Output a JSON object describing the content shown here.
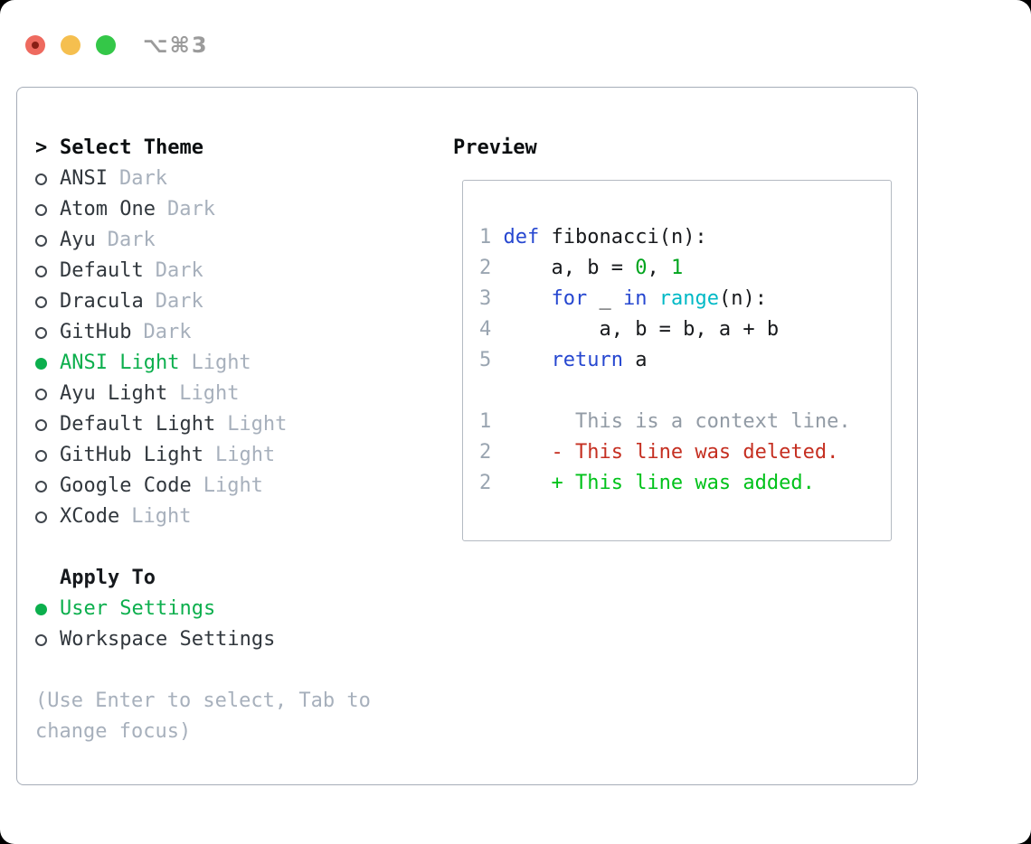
{
  "window": {
    "title": "⌥⌘3"
  },
  "colors": {
    "accent_green": "#0caf4d",
    "added_green": "#00c21a",
    "deleted_red": "#c52f21",
    "keyword_blue": "#2647d0",
    "builtin_cyan": "#00b9c6",
    "number_green": "#00a41d",
    "line_number_gray": "#9aa5b1",
    "context_gray": "#929ba5",
    "muted_gray": "#a7b0bc",
    "text_dark": "#31373d",
    "heading_black": "#0b0e10",
    "panel_border": "#a6adb8",
    "box_border": "#b4bac2",
    "title_gray": "#9b9b9b",
    "light_red": "#ee6a5f",
    "light_yellow": "#f5bf4f",
    "light_green": "#34c748",
    "light_red_dot": "#891f15"
  },
  "theme_list": {
    "caret": ">",
    "header": "Select Theme",
    "items": [
      {
        "label": "ANSI",
        "tag": "Dark",
        "selected": false
      },
      {
        "label": "Atom One",
        "tag": "Dark",
        "selected": false
      },
      {
        "label": "Ayu",
        "tag": "Dark",
        "selected": false
      },
      {
        "label": "Default",
        "tag": "Dark",
        "selected": false
      },
      {
        "label": "Dracula",
        "tag": "Dark",
        "selected": false
      },
      {
        "label": "GitHub",
        "tag": "Dark",
        "selected": false
      },
      {
        "label": "ANSI Light",
        "tag": "Light",
        "selected": true
      },
      {
        "label": "Ayu Light",
        "tag": "Light",
        "selected": false
      },
      {
        "label": "Default Light",
        "tag": "Light",
        "selected": false
      },
      {
        "label": "GitHub Light",
        "tag": "Light",
        "selected": false
      },
      {
        "label": "Google Code",
        "tag": "Light",
        "selected": false
      },
      {
        "label": "XCode",
        "tag": "Light",
        "selected": false
      }
    ]
  },
  "apply_to": {
    "header": "Apply To",
    "options": [
      {
        "label": "User Settings",
        "selected": true
      },
      {
        "label": "Workspace Settings",
        "selected": false
      }
    ]
  },
  "hint": "(Use Enter to select, Tab to change focus)",
  "preview": {
    "header": "Preview",
    "lines": [
      [
        {
          "c": "num",
          "t": "1"
        },
        {
          "c": "plain",
          "t": " "
        },
        {
          "c": "kw",
          "t": "def"
        },
        {
          "c": "plain",
          "t": " fibonacci(n):"
        }
      ],
      [
        {
          "c": "num",
          "t": "2"
        },
        {
          "c": "plain",
          "t": "     a, b = "
        },
        {
          "c": "lit",
          "t": "0"
        },
        {
          "c": "plain",
          "t": ", "
        },
        {
          "c": "lit",
          "t": "1"
        }
      ],
      [
        {
          "c": "num",
          "t": "3"
        },
        {
          "c": "plain",
          "t": "     "
        },
        {
          "c": "kw",
          "t": "for"
        },
        {
          "c": "plain",
          "t": " _ "
        },
        {
          "c": "kw",
          "t": "in"
        },
        {
          "c": "plain",
          "t": " "
        },
        {
          "c": "fn",
          "t": "range"
        },
        {
          "c": "plain",
          "t": "(n):"
        }
      ],
      [
        {
          "c": "num",
          "t": "4"
        },
        {
          "c": "plain",
          "t": "         a, b = b, a + b"
        }
      ],
      [
        {
          "c": "num",
          "t": "5"
        },
        {
          "c": "plain",
          "t": "     "
        },
        {
          "c": "kw",
          "t": "return"
        },
        {
          "c": "plain",
          "t": " a"
        }
      ],
      [],
      [
        {
          "c": "num",
          "t": "1"
        },
        {
          "c": "ctx",
          "t": "       This is a context line."
        }
      ],
      [
        {
          "c": "num",
          "t": "2"
        },
        {
          "c": "del",
          "t": "     - This line was deleted."
        }
      ],
      [
        {
          "c": "num",
          "t": "2"
        },
        {
          "c": "add",
          "t": "     + This line was added."
        }
      ]
    ]
  }
}
